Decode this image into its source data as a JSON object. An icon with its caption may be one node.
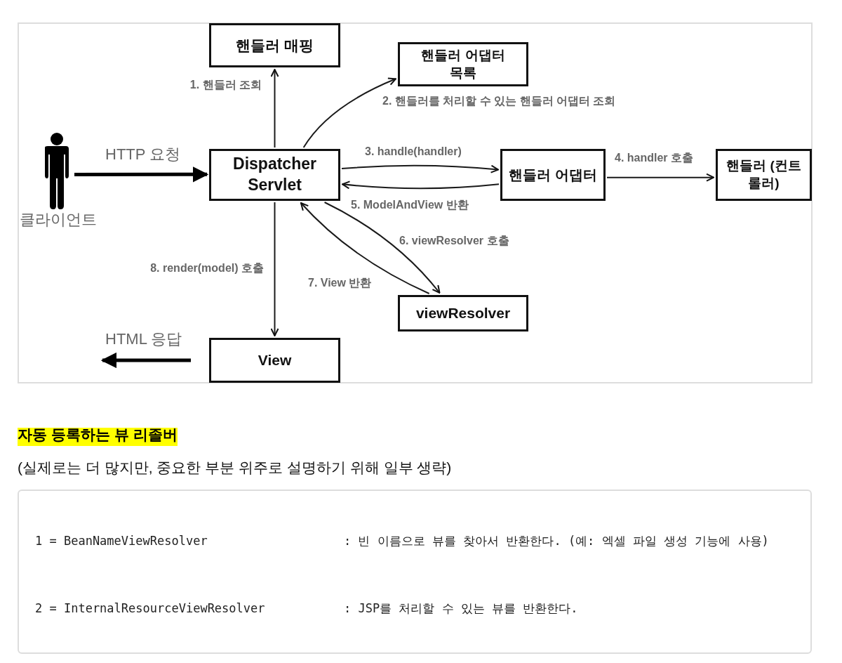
{
  "diagram": {
    "nodes": [
      {
        "text": [],
        "shape": "person",
        "beside": [
          "클라이언트"
        ]
      },
      {
        "text": [
          "핸들러 매핑"
        ]
      },
      {
        "text": [
          "핸들러 어댑터 목록"
        ]
      },
      {
        "text": [
          "Dispatcher Servlet"
        ]
      },
      {
        "text": [
          "핸들러 어댑터"
        ]
      },
      {
        "text": [
          "핸들러 (컨트롤러)"
        ]
      },
      {
        "text": [
          "viewResolver"
        ]
      },
      {
        "text": [
          "View"
        ]
      }
    ],
    "edges": [
      {
        "from": 0,
        "to": 3,
        "arrow": "to",
        "label": "HTTP 요청",
        "style": "thick"
      },
      {
        "from": 3,
        "to": 1,
        "arrow": "to",
        "label": "1. 핸들러 조회"
      },
      {
        "from": 3,
        "to": 2,
        "arrow": "to",
        "label": "2. 핸들러를 처리할 수 있는 핸들러 어댑터 조회"
      },
      {
        "from": 3,
        "to": 4,
        "arrow": "to",
        "label": "3. handle(handler)"
      },
      {
        "from": 4,
        "to": 5,
        "arrow": "to",
        "label": "4. handler 호출"
      },
      {
        "from": 4,
        "to": 3,
        "arrow": "to",
        "label": "5. ModelAndView 반환"
      },
      {
        "from": 3,
        "to": 6,
        "arrow": "to",
        "label": "6. viewResolver 호출"
      },
      {
        "from": 6,
        "to": 3,
        "arrow": "to",
        "label": "7. View 반환"
      },
      {
        "from": 3,
        "to": 7,
        "arrow": "to",
        "label": "8. render(model) 호출"
      },
      {
        "from": 7,
        "to": null,
        "arrow": "to",
        "label": "HTML 응답",
        "style": "thick"
      }
    ],
    "labels": [
      "자동 등록하는 뷰 리졸버",
      "(실제로는 더 많지만, 중요한 부분 위주로 설명하기 위해 일부 생략)",
      "1 = BeanNameViewResolver",
      ": 빈 이름으로 뷰를 찾아서 반환한다. (예: 엑셀 파일 생성 기능에 사용)",
      "2 = InternalResourceViewResolver",
      ": JSP를 처리할 수 있는 뷰를 반환한다."
    ]
  }
}
